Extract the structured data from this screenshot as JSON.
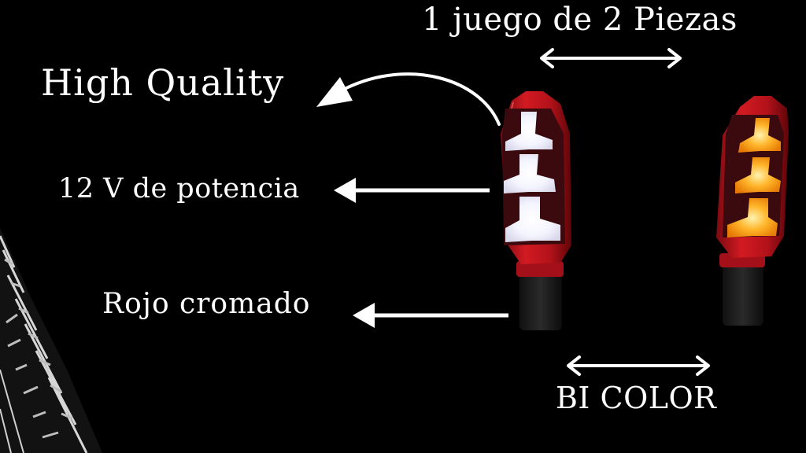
{
  "labels": {
    "set_text": "1 juego de 2 Piezas",
    "quality_text": "High  Quality",
    "voltage_text": "12 V de potencia",
    "finish_text": "Rojo  cromado",
    "bicolor_text": "BI COLOR"
  },
  "colors": {
    "background": "#000000",
    "text": "#ffffff",
    "housing_red": "#c8141e",
    "light_white": "#ffffff",
    "light_amber": "#ffa21a"
  },
  "icons": [
    "double-arrow-icon",
    "curved-arrow-icon",
    "left-arrow-icon",
    "tire-tread-icon",
    "turn-signal-white-icon",
    "turn-signal-amber-icon"
  ]
}
